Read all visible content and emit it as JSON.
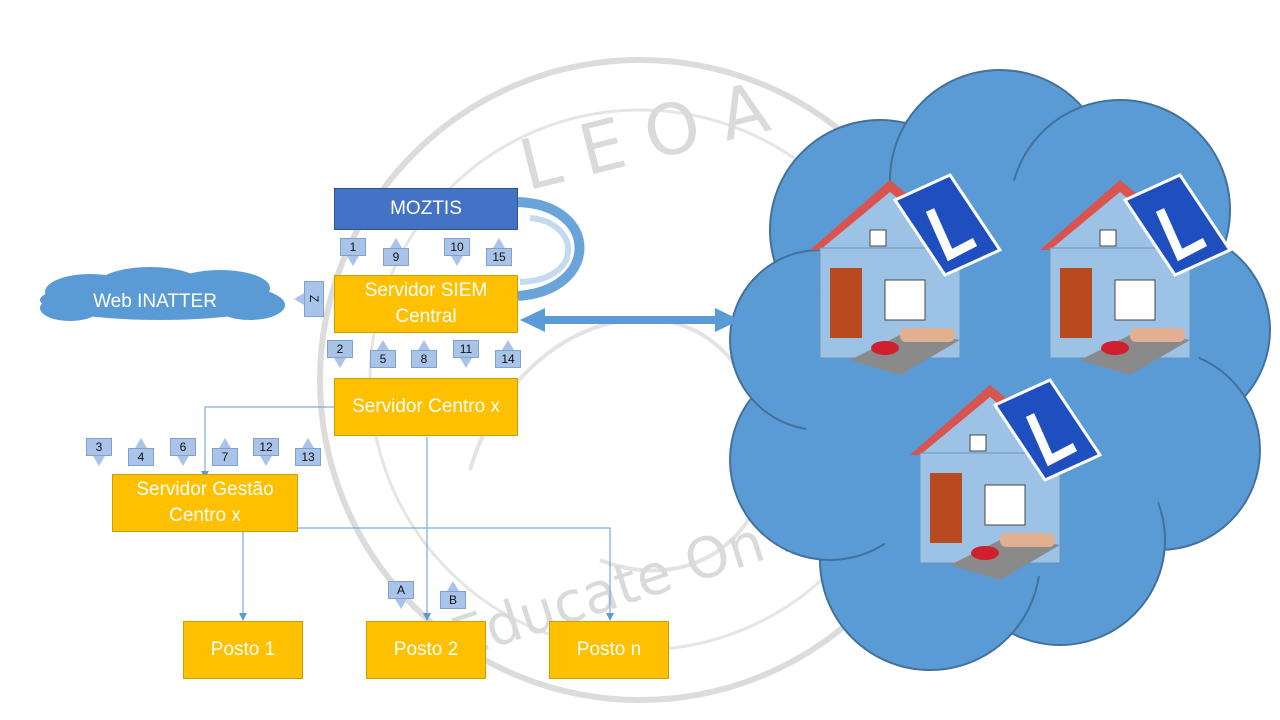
{
  "watermark": {
    "top": "L E O A",
    "bottom": "Educate On A"
  },
  "nodes": {
    "moztis": "MOZTIS",
    "siem": "Servidor SIEM Central",
    "centro": "Servidor Centro x",
    "gestao": "Servidor Gestão Centro x",
    "posto1": "Posto 1",
    "posto2": "Posto 2",
    "postoN": "Posto n",
    "web": "Web INATTER"
  },
  "markers": {
    "m1": "1",
    "m9": "9",
    "m10": "10",
    "m15": "15",
    "mZ": "Z",
    "m2": "2",
    "m5": "5",
    "m8": "8",
    "m11": "11",
    "m14": "14",
    "m3": "3",
    "m4": "4",
    "m6": "6",
    "m7": "7",
    "m12": "12",
    "m13": "13",
    "mA": "A",
    "mB": "B"
  },
  "colors": {
    "server_box": "#ffc000",
    "moztis_box": "#4472c4",
    "cloud": "#5b9bd5",
    "marker": "#a9c4e8",
    "connector": "#5b9bd5"
  },
  "icons": [
    "house-icon",
    "l-plate-icon",
    "fingerprint-reader-icon"
  ]
}
